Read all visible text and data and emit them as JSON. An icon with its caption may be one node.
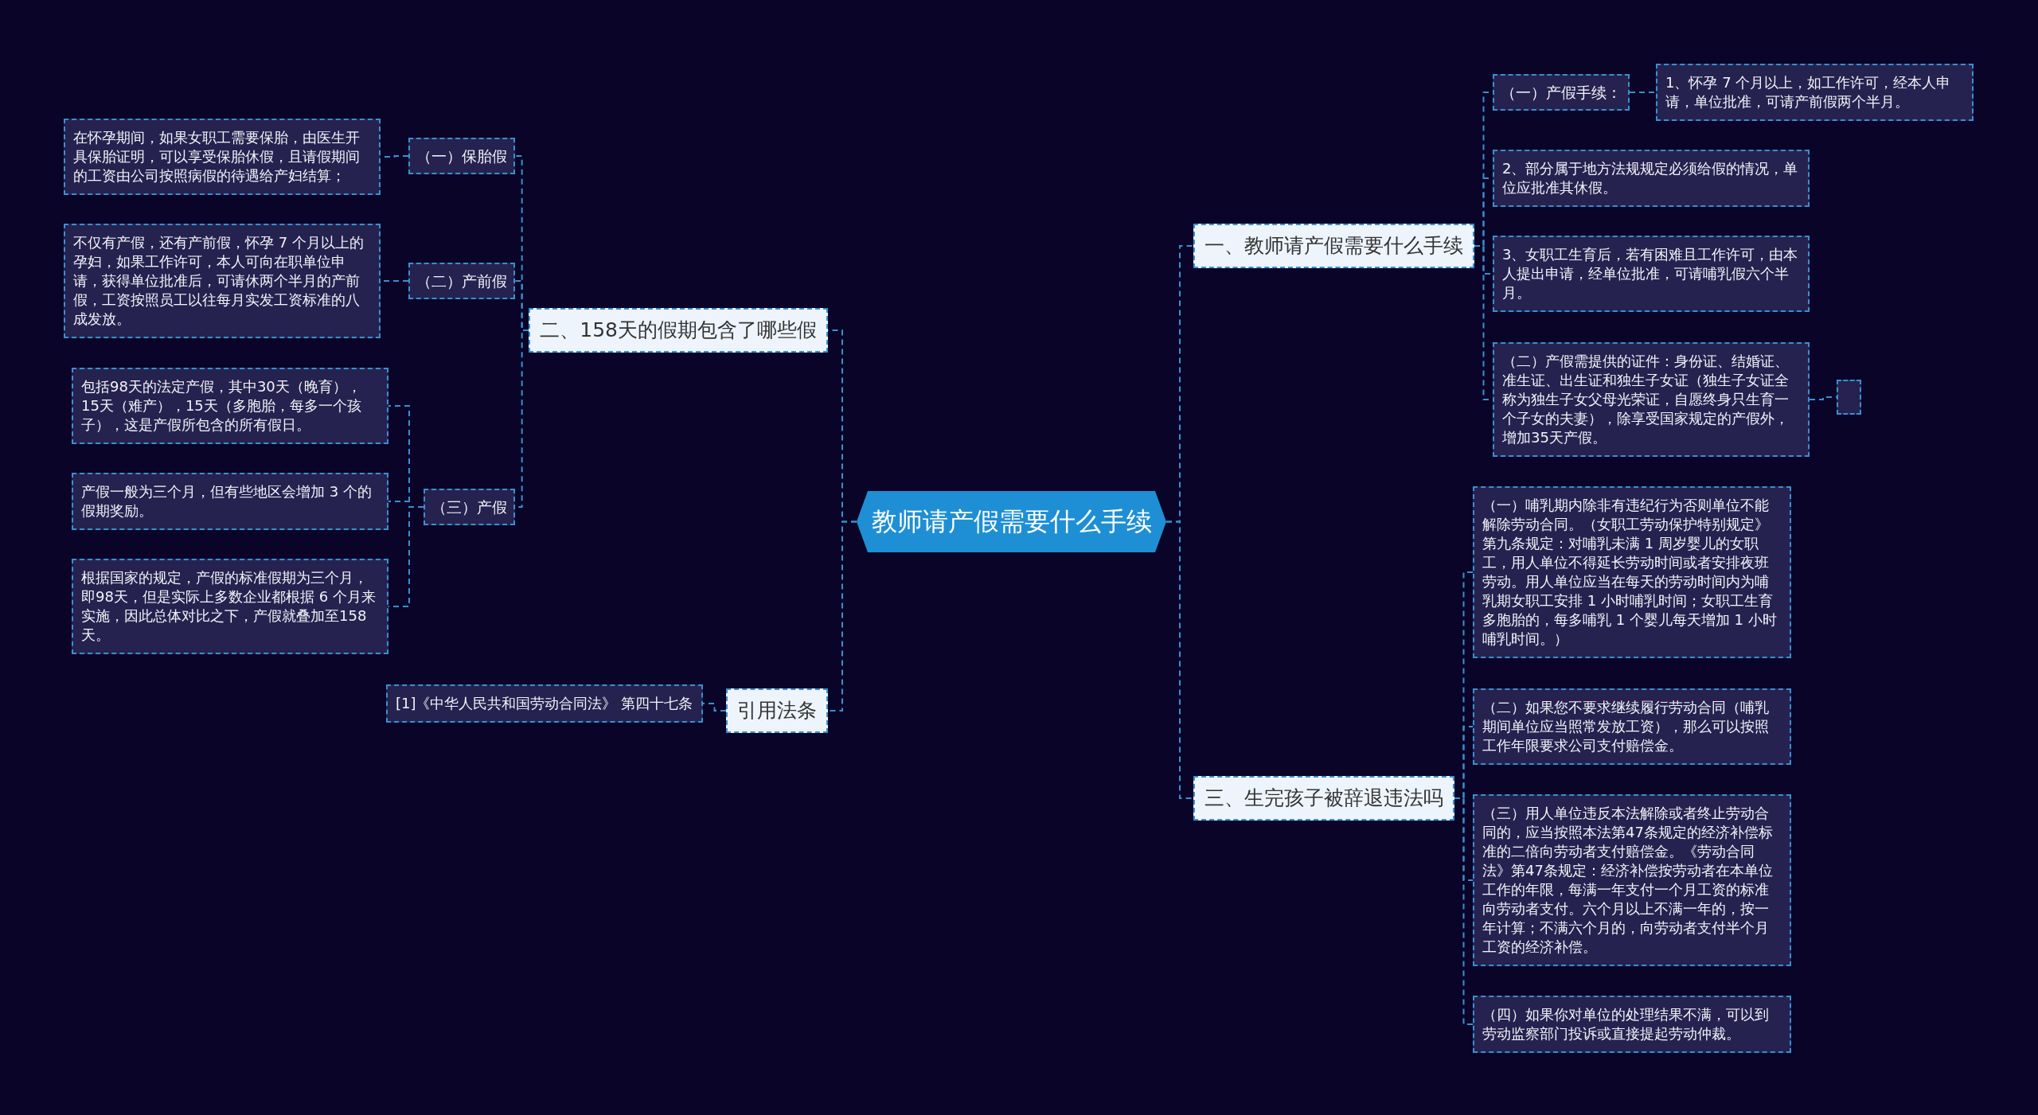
{
  "diagram": {
    "nodes": [
      {
        "text": [
          "教师请产假需要什么手续"
        ]
      },
      {
        "text": [
          "一、教师请产假需要什么手续"
        ]
      },
      {
        "text": [
          "（一）产假手续："
        ]
      },
      {
        "text": [
          "1、怀孕 7 个月以上，如工作许可，经本人申请，单位批准，可请产前假两个半月。"
        ]
      },
      {
        "text": [
          "2、部分属于地方法规规定必须给假的情况，单位应批准其休假。"
        ]
      },
      {
        "text": [
          "3、女职工生育后，若有困难且工作许可，由本人提出申请，经单位批准，可请哺乳假六个半月。"
        ]
      },
      {
        "text": [
          "（二）产假需提供的证件：身份证、结婚证、准生证、出生证和独生子女证（独生子女证全称为独生子女父母光荣证，自愿终身只生育一个子女的夫妻），除享受国家规定的产假外，增加35天产假。"
        ]
      },
      {
        "text": [],
        "shape": "box"
      },
      {
        "text": [
          "三、生完孩子被辞退违法吗"
        ]
      },
      {
        "text": [
          "（一）哺乳期内除非有违纪行为否则单位不能解除劳动合同。（女职工劳动保护特别规定》第九条规定：对哺乳未满 1 周岁婴儿的女职工，用人单位不得延长劳动时间或者安排夜班劳动。用人单位应当在每天的劳动时间内为哺乳期女职工安排 1 小时哺乳时间；女职工生育多胞胎的，每多哺乳 1 个婴儿每天增加 1 小时哺乳时间。）"
        ]
      },
      {
        "text": [
          "（二）如果您不要求继续履行劳动合同（哺乳期间单位应当照常发放工资），那么可以按照工作年限要求公司支付赔偿金。"
        ]
      },
      {
        "text": [
          "（三）用人单位违反本法解除或者终止劳动合同的，应当按照本法第47条规定的经济补偿标准的二倍向劳动者支付赔偿金。《劳动合同法》第47条规定：经济补偿按劳动者在本单位工作的年限，每满一年支付一个月工资的标准向劳动者支付。六个月以上不满一年的，按一年计算；不满六个月的，向劳动者支付半个月工资的经济补偿。"
        ]
      },
      {
        "text": [
          "（四）如果你对单位的处理结果不满，可以到劳动监察部门投诉或直接提起劳动仲裁。"
        ]
      },
      {
        "text": [
          "二、158天的假期包含了哪些假"
        ]
      },
      {
        "text": [
          "（一）保胎假"
        ]
      },
      {
        "text": [
          "在怀孕期间，如果女职工需要保胎，由医生开具保胎证明，可以享受保胎休假，且请假期间的工资由公司按照病假的待遇给产妇结算；"
        ]
      },
      {
        "text": [
          "（二）产前假"
        ]
      },
      {
        "text": [
          "不仅有产假，还有产前假，怀孕 7 个月以上的孕妇，如果工作许可，本人可向在职单位申请，获得单位批准后，可请休两个半月的产前假，工资按照员工以往每月实发工资标准的八成发放。"
        ]
      },
      {
        "text": [
          "（三）产假"
        ]
      },
      {
        "text": [
          "包括98天的法定产假，其中30天（晚育），15天（难产），15天（多胞胎，每多一个孩子），这是产假所包含的所有假日。"
        ]
      },
      {
        "text": [
          "产假一般为三个月，但有些地区会增加 3 个的假期奖励。"
        ]
      },
      {
        "text": [
          "根据国家的规定，产假的标准假期为三个月，即98天，但是实际上多数企业都根据 6 个月来实施，因此总体对比之下，产假就叠加至158天。"
        ]
      },
      {
        "text": [
          "引用法条"
        ]
      },
      {
        "text": [
          "[1]《中华人民共和国劳动合同法》 第四十七条"
        ]
      }
    ],
    "edges": [
      {
        "from": 0,
        "to": 1,
        "arrow": "none"
      },
      {
        "from": 1,
        "to": 2,
        "arrow": "none"
      },
      {
        "from": 2,
        "to": 3,
        "arrow": "none"
      },
      {
        "from": 1,
        "to": 4,
        "arrow": "none"
      },
      {
        "from": 1,
        "to": 5,
        "arrow": "none"
      },
      {
        "from": 1,
        "to": 6,
        "arrow": "none"
      },
      {
        "from": 6,
        "to": 7,
        "arrow": "none"
      },
      {
        "from": 0,
        "to": 8,
        "arrow": "none"
      },
      {
        "from": 8,
        "to": 9,
        "arrow": "none"
      },
      {
        "from": 8,
        "to": 10,
        "arrow": "none"
      },
      {
        "from": 8,
        "to": 11,
        "arrow": "none"
      },
      {
        "from": 8,
        "to": 12,
        "arrow": "none"
      },
      {
        "from": 0,
        "to": 13,
        "arrow": "none"
      },
      {
        "from": 13,
        "to": 14,
        "arrow": "none"
      },
      {
        "from": 14,
        "to": 15,
        "arrow": "none"
      },
      {
        "from": 13,
        "to": 16,
        "arrow": "none"
      },
      {
        "from": 16,
        "to": 17,
        "arrow": "none"
      },
      {
        "from": 13,
        "to": 18,
        "arrow": "none"
      },
      {
        "from": 18,
        "to": 19,
        "arrow": "none"
      },
      {
        "from": 18,
        "to": 20,
        "arrow": "none"
      },
      {
        "from": 18,
        "to": 21,
        "arrow": "none"
      },
      {
        "from": 0,
        "to": 22,
        "arrow": "none"
      },
      {
        "from": 22,
        "to": 23,
        "arrow": "none"
      }
    ]
  }
}
